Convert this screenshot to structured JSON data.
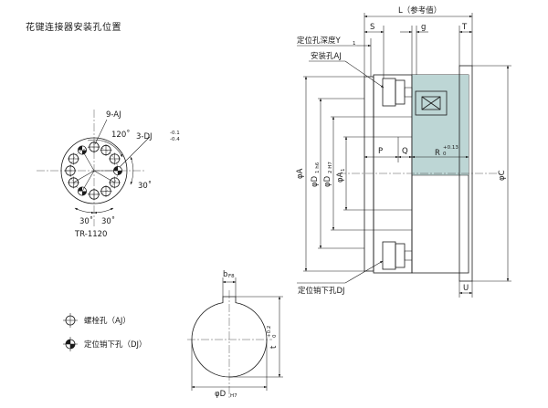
{
  "title": "花键连接器安装孔位置",
  "colors": {
    "body": "#c9dedd",
    "body_dark": "#a9c6c5",
    "hub": "#dde9e8",
    "line": "#1a1a1a"
  },
  "front_view": {
    "model": "TR-1120",
    "bolt_holes_label": "9-AJ",
    "dowel_holes_label": "3-DJ",
    "dowel_tol_upper": "-0.1",
    "dowel_tol_lower": "-0.4",
    "angle_120": "120˚",
    "angle_30_right": "30˚",
    "angle_30_bl": "30˚",
    "angle_30_br": "30˚"
  },
  "section_view": {
    "L": "L（参考值）",
    "S": "S",
    "g": "g",
    "T": "T",
    "Y1": "定位孔深度Y",
    "Y1_sub": "1",
    "AJ": "安装孔AJ",
    "phiA": "φA",
    "phiD1": "φD",
    "phiD1_sub": "1 h6",
    "phiD2": "φD",
    "phiD2_sub": "2 H7",
    "phiA1": "φA",
    "phiA1_sub": "1",
    "P": "P",
    "Q": "Q",
    "R": "R",
    "R_tol_upper": "+0.13",
    "R_tol_lower": "0",
    "phiC": "φC",
    "DJ": "定位销下孔DJ",
    "U": "U"
  },
  "shaft_view": {
    "b": "b",
    "b_sub": "F8",
    "t": "t",
    "t_tol_upper": "+0.2",
    "t_tol_lower": "0",
    "phiD": "φD",
    "phiD_sub": "H7"
  },
  "legend": {
    "bolt": "螺栓孔（AJ）",
    "dowel": "定位销下孔（DJ）"
  }
}
